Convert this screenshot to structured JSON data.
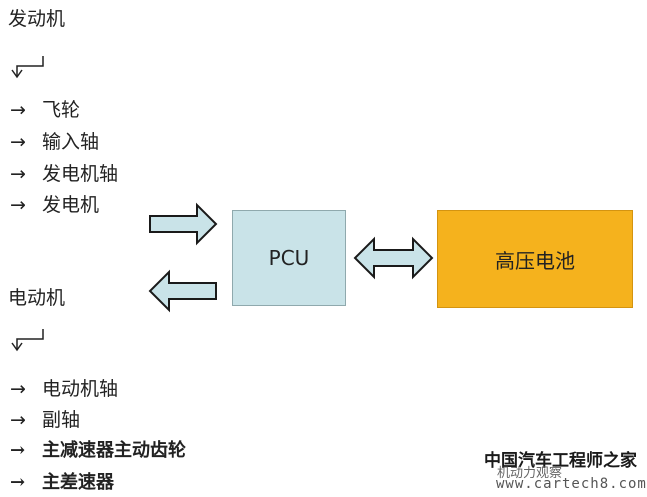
{
  "engine": {
    "title": "发动机",
    "items": [
      "飞轮",
      "输入轴",
      "发电机轴",
      "发电机"
    ]
  },
  "motor": {
    "title": "电动机",
    "items": [
      "电动机轴",
      "副轴",
      "主减速器主动齿轮",
      "主差速器"
    ]
  },
  "arrow_glyph": "→",
  "pcu": {
    "label": "PCU"
  },
  "battery": {
    "label": "高压电池"
  },
  "colors": {
    "pcu_fill": "#c9e3e8",
    "battery_fill": "#f5b21d",
    "arrow_fill": "#c9e3e8",
    "arrow_stroke": "#1a1a1a"
  },
  "watermark": {
    "cn": "中国汽车工程师之家",
    "url": "www.cartech8.com",
    "logo_text": "机动力观察"
  }
}
